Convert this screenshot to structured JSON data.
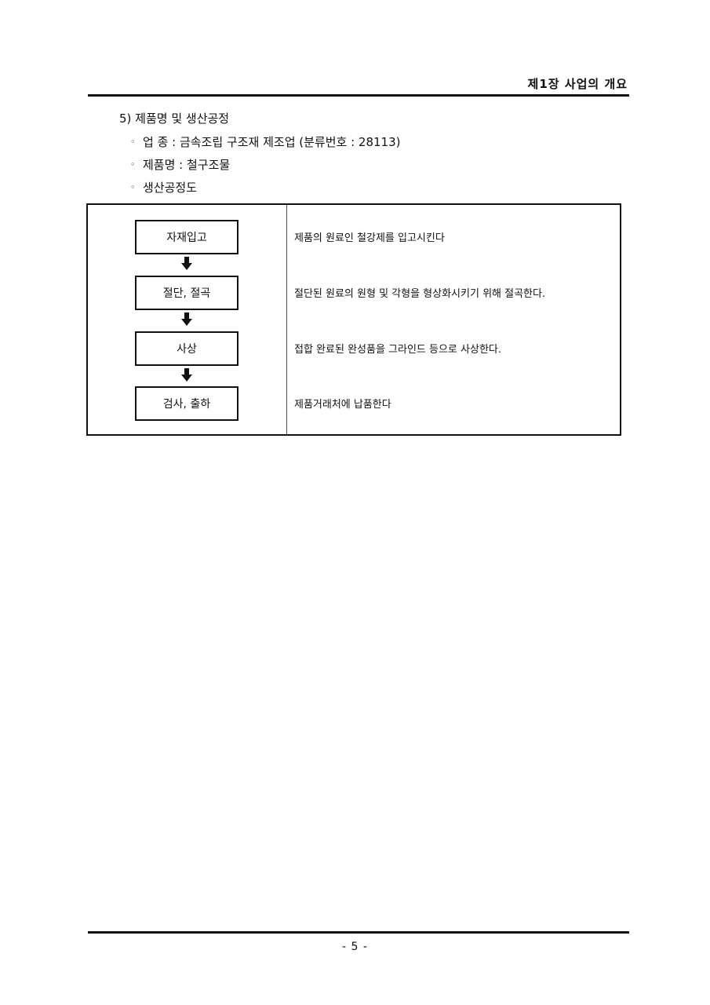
{
  "header": {
    "chapter_title": "제1장 사업의 개요"
  },
  "section": {
    "heading": "5) 제품명 및 생산공정",
    "bullets": [
      {
        "mark": "◦",
        "text": "업   종 : 금속조립 구조재 제조업 (분류번호 : 28113)"
      },
      {
        "mark": "◦",
        "text": "제품명 : 철구조물"
      },
      {
        "mark": "◦",
        "text": "생산공정도"
      }
    ]
  },
  "process": {
    "steps": [
      {
        "label": "자재입고",
        "description": "제품의 원료인 철강제를 입고시킨다"
      },
      {
        "label": "절단, 절곡",
        "description": "절단된 원료의 원형 및 각형을 형상화시키기 위해 절곡한다."
      },
      {
        "label": "사상",
        "description": "접합 완료된 완성품을 그라인드 등으로 사상한다."
      },
      {
        "label": "검사, 출하",
        "description": " 제품거래처에 납품한다"
      }
    ],
    "arrow_icon": "down-arrow-icon"
  },
  "footer": {
    "page_number": "- 5 -"
  }
}
